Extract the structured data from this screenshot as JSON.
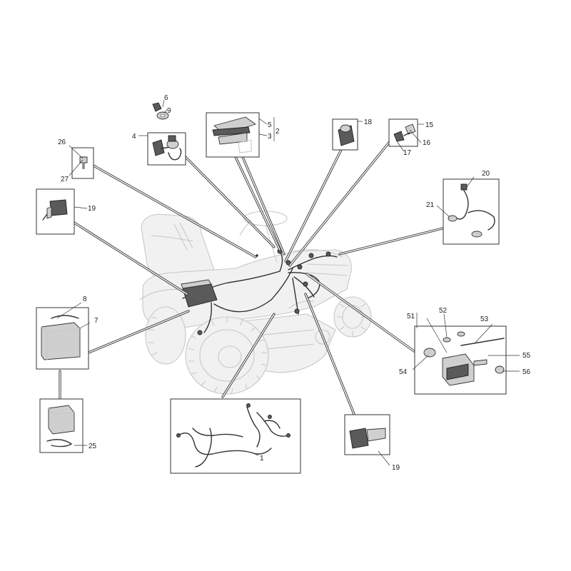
{
  "labels": {
    "l1": "1",
    "l2": "2",
    "l3": "3",
    "l4": "4",
    "l5": "5",
    "l6": "6",
    "l7": "7",
    "l8": "8",
    "l9": "9",
    "l15": "15",
    "l16": "16",
    "l17": "17",
    "l18": "18",
    "l19a": "19",
    "l19b": "19",
    "l20": "20",
    "l21": "21",
    "l25": "25",
    "l26": "26",
    "l27": "27",
    "l51": "51",
    "l52": "52",
    "l53": "53",
    "l54": "54",
    "l55": "55",
    "l56": "56"
  },
  "colors": {
    "line": "#333333",
    "ghost": "#c8c8c8",
    "part_light": "#cfcfcf",
    "part_dark": "#5a5a5a"
  }
}
